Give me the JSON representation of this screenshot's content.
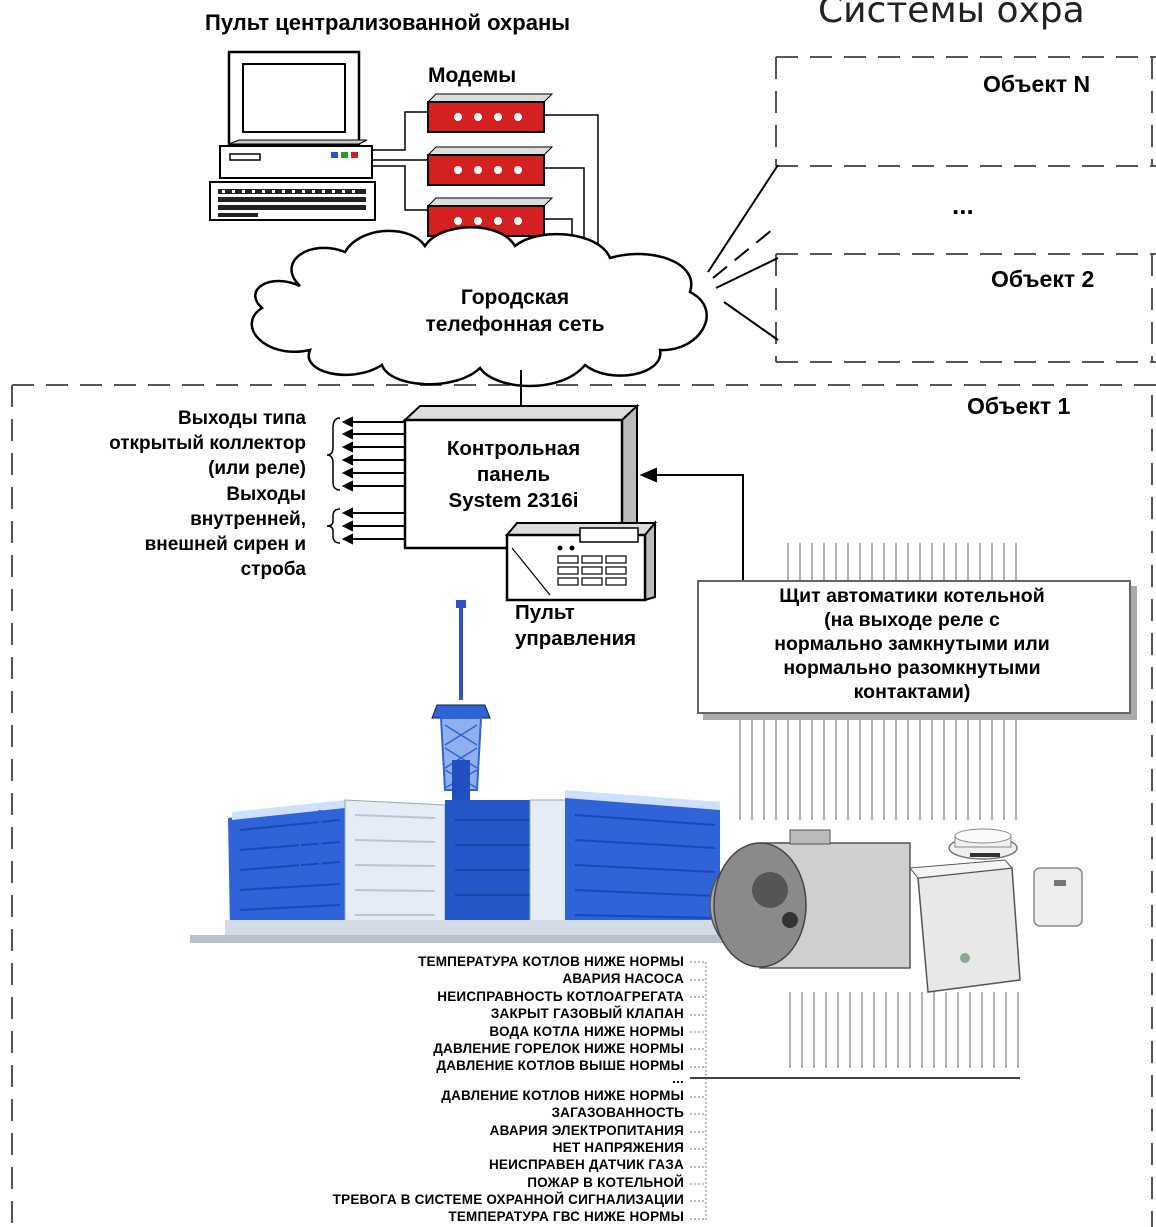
{
  "title": "Системы охра",
  "central_station": {
    "title": "Пульт централизованной охраны",
    "modems_label": "Модемы"
  },
  "network_label": [
    "Городская",
    "телефонная сеть"
  ],
  "objects": {
    "n": "Объект  N",
    "ellipsis": "...",
    "two": "Объект  2",
    "one": "Объект  1"
  },
  "control_panel": [
    "Контрольная",
    "панель",
    "System 2316i"
  ],
  "keypad_label": [
    "Пульт",
    "управления"
  ],
  "outputs_open_collector": [
    "Выходы типа",
    "открытый коллектор",
    "(или реле)"
  ],
  "outputs_sirens": [
    "Выходы",
    "внутренней,",
    "внешней сирен и",
    "строба"
  ],
  "boiler_panel": [
    "Щит автоматики котельной",
    "(на выходе реле с",
    "нормально замкнутыми или",
    "нормально разомкнутыми",
    "контактами)"
  ],
  "signals": [
    "ТЕМПЕРАТУРА КОТЛОВ НИЖЕ НОРМЫ",
    "АВАРИЯ НАСОСА",
    "НЕИСПРАВНОСТЬ КОТЛОАГРЕГАТА",
    "ЗАКРЫТ ГАЗОВЫЙ КЛАПАН",
    "ВОДА КОТЛА НИЖЕ НОРМЫ",
    "ДАВЛЕНИЕ ГОРЕЛОК НИЖЕ НОРМЫ",
    "ДАВЛЕНИЕ КОТЛОВ ВЫШЕ НОРМЫ",
    "...",
    "ДАВЛЕНИЕ КОТЛОВ НИЖЕ НОРМЫ",
    "ЗАГАЗОВАННОСТЬ",
    "АВАРИЯ ЭЛЕКТРОПИТАНИЯ",
    "НЕТ НАПРЯЖЕНИЯ",
    "НЕИСПРАВЕН ДАТЧИК ГАЗА",
    "ПОЖАР В КОТЕЛЬНОЙ",
    "ТРЕВОГА В СИСТЕМЕ ОХРАННОЙ СИГНАЛИЗАЦИИ",
    "ТЕМПЕРАТУРА ГВС НИЖЕ НОРМЫ"
  ],
  "colors": {
    "modem": "#d42020",
    "building": "#2f63d8",
    "line": "#000000"
  }
}
